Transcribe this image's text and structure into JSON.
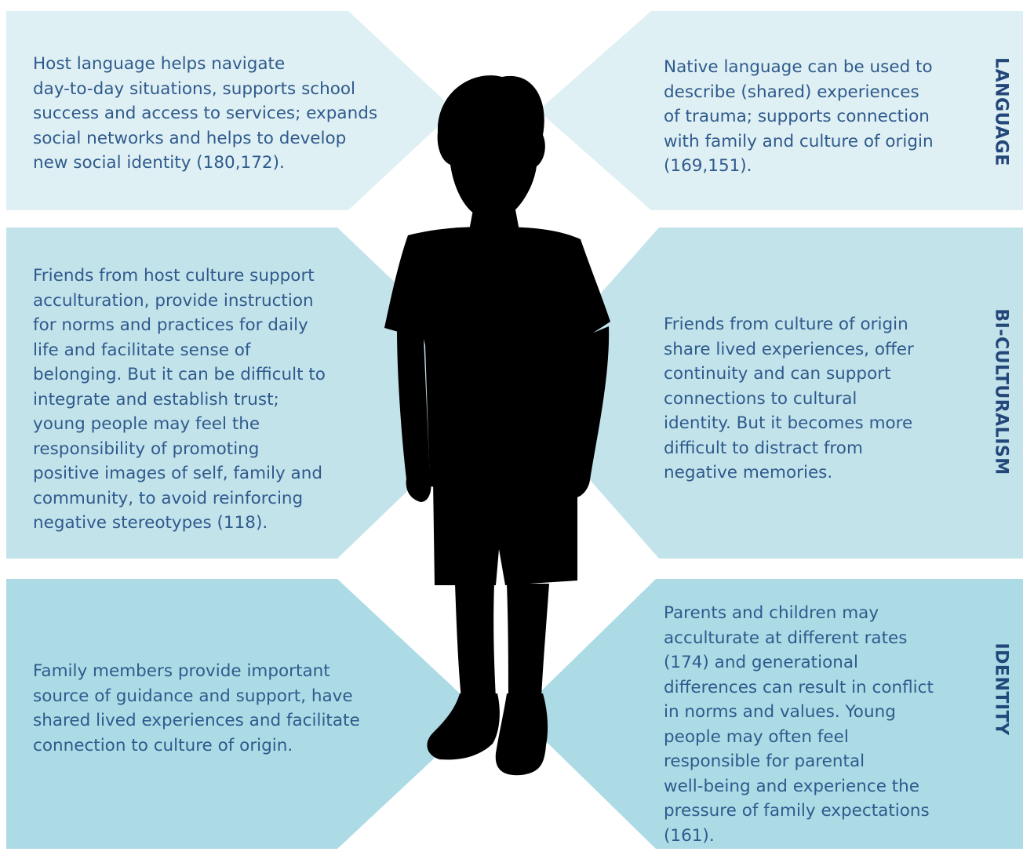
{
  "panels": {
    "language_left": [
      "Host language helps navigate",
      "day-to-day situations, supports school",
      "success and access to services; expands",
      "social networks and helps to develop",
      "new social identity (180,172)."
    ],
    "language_right": [
      "Native language can be used to",
      "describe (shared) experiences",
      "of trauma; supports connection",
      "with family and culture of origin",
      "(169,151)."
    ],
    "biculturalism_left": [
      "Friends from host culture support",
      "acculturation, provide instruction",
      "for norms and practices for daily",
      "life and facilitate sense of",
      "belonging. But it can be difficult to",
      "integrate and establish trust;",
      "young people may feel the",
      "responsibility of promoting",
      "positive images of self, family and",
      "community, to avoid reinforcing",
      "negative stereotypes (118)."
    ],
    "biculturalism_right": [
      "Friends from culture of origin",
      "share lived experiences, offer",
      "continuity and can support",
      "connections to cultural",
      "identity. But it becomes more",
      "difficult to distract from",
      "negative memories."
    ],
    "identity_left": [
      "Family members provide important",
      "source of guidance and support, have",
      "shared lived experiences and facilitate",
      "connection to culture of origin."
    ],
    "identity_right": [
      "Parents and children may",
      "acculturate at different rates",
      "(174) and generational",
      "differences can result in conflict",
      "in norms and values. Young",
      "people may often feel",
      "responsible for parental",
      "well-being and experience the",
      "pressure of family expectations",
      "(161)."
    ]
  },
  "labels": {
    "language": "LANGUAGE",
    "biculturalism": "BI-CULTURALISM",
    "identity": "IDENTITY"
  },
  "colors": {
    "row1": "#dff0f4",
    "row2": "#c3e3eb",
    "row3": "#acdbe6",
    "text": "#2f5a8c",
    "label": "#24477a",
    "silhouette": "#000000"
  }
}
